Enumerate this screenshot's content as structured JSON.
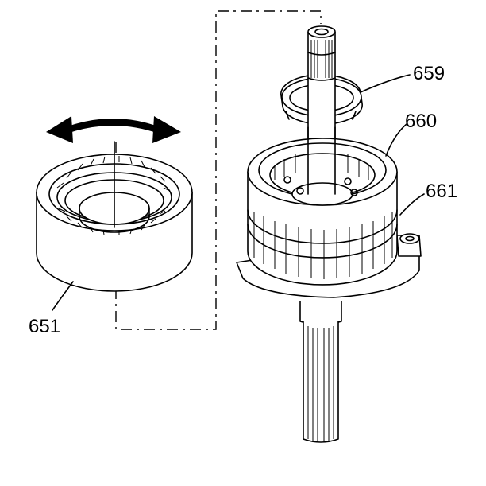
{
  "diagram": {
    "callouts": {
      "part_651": "651",
      "part_659": "659",
      "part_660": "660",
      "part_661": "661"
    },
    "colors": {
      "ink": "#000000",
      "paper": "#ffffff"
    },
    "icons": {
      "rotation_arrow": "double-headed-curved-arrow"
    }
  }
}
